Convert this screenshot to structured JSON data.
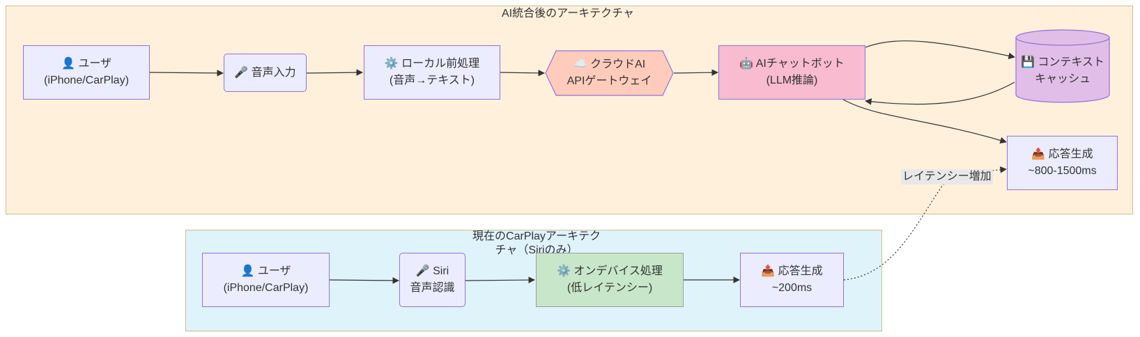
{
  "clusters": {
    "ai": {
      "title": "AI統合後のアーキテクチャ"
    },
    "current": {
      "title_line1": "現在のCarPlayアーキテク",
      "title_line2": "チャ（Siriのみ）"
    }
  },
  "nodes": {
    "ai_user": {
      "line1": "👤 ユーザ",
      "line2": "(iPhone/CarPlay)"
    },
    "ai_voice": {
      "line1": "🎤 音声入力"
    },
    "ai_local": {
      "line1": "⚙️ ローカル前処理",
      "line2": "(音声→テキスト)"
    },
    "ai_cloud": {
      "line1": "☁️ クラウドAI",
      "line2": "APIゲートウェイ"
    },
    "ai_bot": {
      "line1": "🤖 AIチャットボット",
      "line2": "(LLM推論)"
    },
    "ai_cache": {
      "line1": "💾 コンテキスト",
      "line2": "キャッシュ"
    },
    "ai_resp": {
      "line1": "📤 応答生成",
      "line2": "~800-1500ms"
    },
    "cur_user": {
      "line1": "👤 ユーザ",
      "line2": "(iPhone/CarPlay)"
    },
    "cur_siri": {
      "line1": "🎤 Siri",
      "line2": "音声認識"
    },
    "cur_device": {
      "line1": "⚙️ オンデバイス処理",
      "line2": "(低レイテンシー)"
    },
    "cur_resp": {
      "line1": "📤 応答生成",
      "line2": "~200ms"
    }
  },
  "edges": {
    "latency_label": "レイテンシー増加"
  },
  "colors": {
    "cluster_ai_bg": "#fff0dc",
    "cluster_current_bg": "#dff3fb",
    "node_default": "#ececff",
    "node_cloud": "#ffccbb",
    "node_bot": "#f8bbd0",
    "node_cache": "#e1bee7",
    "node_device": "#c8e6c9"
  }
}
